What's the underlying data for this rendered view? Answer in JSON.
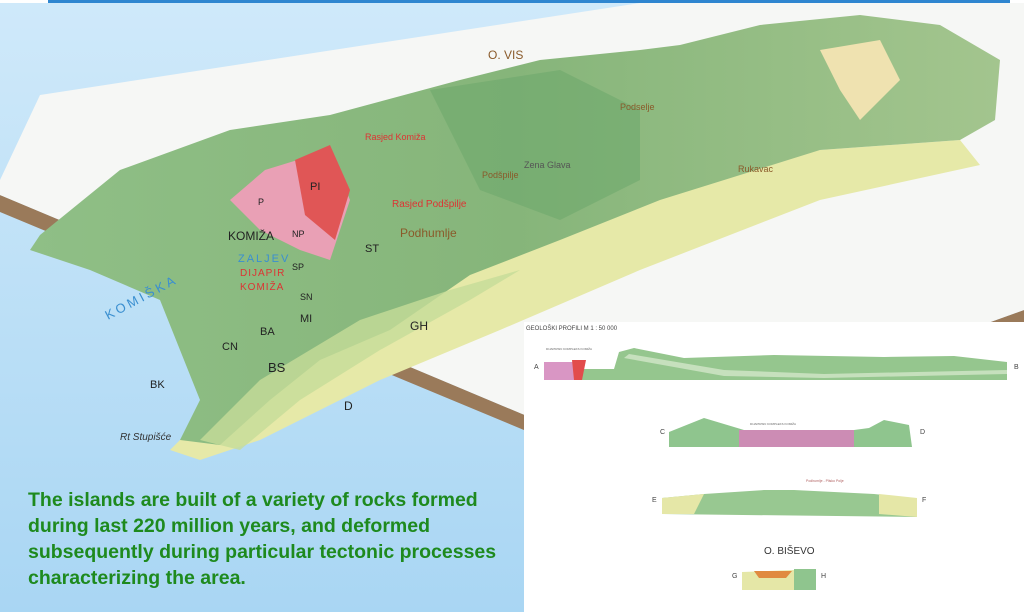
{
  "map": {
    "island_title": "O. VIS",
    "labels": [
      "KOMIŽA",
      "KOMIŠKA",
      "ZALJEV",
      "DIJAPIR",
      "KOMIŽA",
      "Podhumlje",
      "Zena Glava",
      "Rasjed Podšpilje",
      "Rasjed Komiža",
      "Podšpilje",
      "Rukavac",
      "Rt Stupišće",
      "Podselje"
    ],
    "unit_codes": [
      "CN",
      "BA",
      "ST",
      "BS",
      "GH",
      "MI",
      "BK",
      "SN",
      "SP",
      "NP",
      "PI",
      "D",
      "P"
    ],
    "colors": {
      "green": "#9cc28a",
      "dark_green": "#6fa86a",
      "yellow": "#e8eab0",
      "pink": "#e7a0b6",
      "red": "#e04848",
      "board": "#f6f7f5",
      "board_edge": "#9a7a5a",
      "sky": "#bfe0f6"
    }
  },
  "sections": {
    "title": "GEOLOŠKI PROFILI M 1 : 50 000",
    "profiles": [
      {
        "start": "A",
        "end": "B",
        "note": "DIJAPIRSKI KOMPLEKS KOMIŽA"
      },
      {
        "start": "C",
        "end": "D",
        "note": "DIJAPIRSKI KOMPLEKS KOMIŽA"
      },
      {
        "start": "E",
        "end": "F",
        "note": "Podhumlje - Plisko Polje"
      },
      {
        "start": "G",
        "end": "H",
        "note": ""
      }
    ],
    "bisevo_title": "O. BIŠEVO"
  },
  "caption": "The islands are built of a variety of rocks formed during last 220 million years, and deformed subsequently during particular tectonic processes characterizing the area."
}
